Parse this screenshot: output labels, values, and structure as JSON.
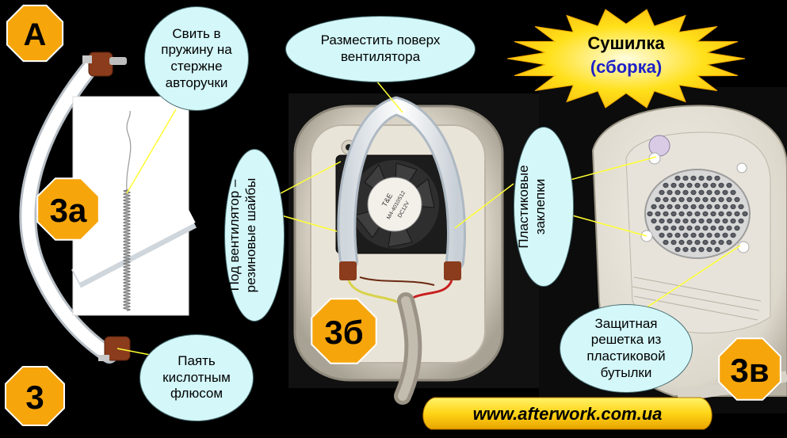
{
  "colors": {
    "bubble_fill": "#d4f7f9",
    "badge_fill": "#f6a50b",
    "title_fill": "#ffe01a",
    "title_accent": "#1d21c9",
    "website_fill": "#ffd416",
    "callout_line": "#ffff33"
  },
  "title": {
    "line1": "Сушилка",
    "line2": "(сборка)"
  },
  "website": "www.afterwork.com.ua",
  "badges": {
    "corner": "А",
    "step": "3",
    "a": "3а",
    "b": "3б",
    "v": "3в"
  },
  "callouts": {
    "spring": "Свить в\nпружину на\nстержне\nавторучки",
    "place": "Разместить поверх\nвентилятора",
    "solder": "Паять\nкислотным\nфлюсом",
    "grille": "Защитная\nрешетка из\nпластиковой\nбутылки",
    "washers": "Под вентилятор –\nрезиновые шайбы",
    "plugs": "Пластиковые\nзаклепки"
  },
  "photo_labels": {
    "fan_brand": "T&E",
    "fan_model": "M4-4010S12",
    "fan_spec": "DC12V"
  }
}
